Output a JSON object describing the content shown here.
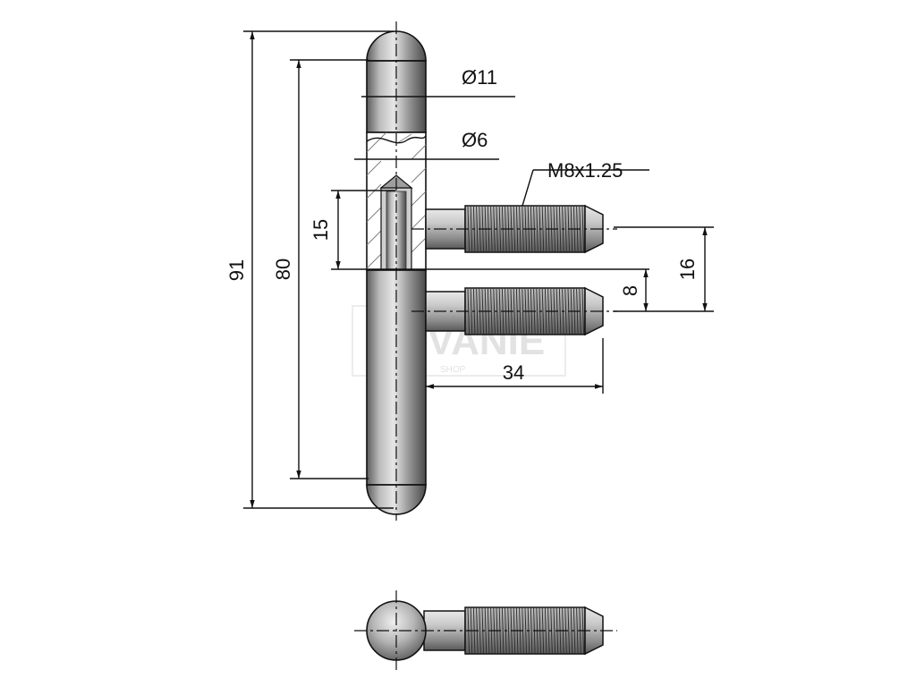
{
  "dimensions": {
    "overall_length": "91",
    "body_length": "80",
    "bore_depth": "15",
    "pin_spacing": "16",
    "pin_offset": "8",
    "pin_length": "34",
    "outer_diameter": "Ø11",
    "inner_diameter": "Ø6",
    "thread": "M8x1.25"
  },
  "watermark": {
    "brand": "KOVANIE",
    "sub": "SHOP"
  },
  "colors": {
    "line": "#111111",
    "metal_light": "#d8d8d8",
    "metal_dark": "#6e6e6e"
  }
}
